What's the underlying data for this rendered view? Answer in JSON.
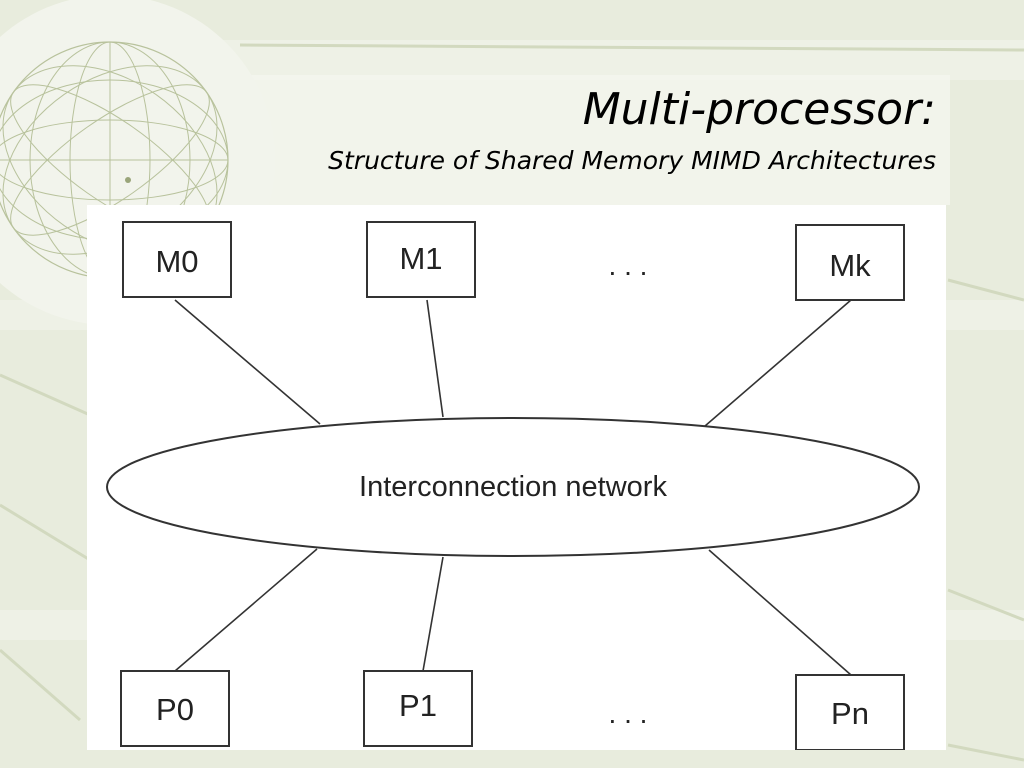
{
  "slide": {
    "title": "Multi-processor:",
    "subtitle": "Structure of Shared Memory MIMD Architectures"
  },
  "diagram": {
    "memory_modules": [
      "M0",
      "M1",
      "Mk"
    ],
    "processors": [
      "P0",
      "P1",
      "Pn"
    ],
    "ellipsis": ". . .",
    "network_label": "Interconnection network"
  },
  "colors": {
    "background": "#e7ecdc",
    "accent_lines": "#d4dbc2",
    "ink": "#222222"
  }
}
